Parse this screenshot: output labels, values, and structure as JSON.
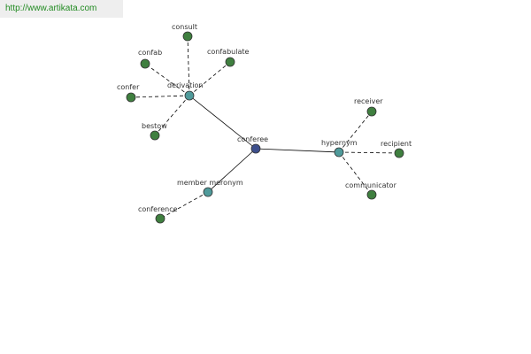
{
  "site": {
    "url": "http://www.artikata.com"
  },
  "colors": {
    "edge": "#000000",
    "root_node": "#3d4f8c",
    "relation_node": "#4f9a9a",
    "leaf_node": "#3f7f3f",
    "banner_text": "#228b22"
  },
  "graph": {
    "nodes": [
      {
        "id": "conferee",
        "label": "conferee",
        "kind": "root"
      },
      {
        "id": "derivation",
        "label": "derivation",
        "kind": "relation"
      },
      {
        "id": "hypernym",
        "label": "hypernym",
        "kind": "relation"
      },
      {
        "id": "member-meronym",
        "label": "member meronym",
        "kind": "relation"
      },
      {
        "id": "consult",
        "label": "consult",
        "kind": "leaf"
      },
      {
        "id": "confab",
        "label": "confab",
        "kind": "leaf"
      },
      {
        "id": "confabulate",
        "label": "confabulate",
        "kind": "leaf"
      },
      {
        "id": "confer",
        "label": "confer",
        "kind": "leaf"
      },
      {
        "id": "bestow",
        "label": "bestow",
        "kind": "leaf"
      },
      {
        "id": "receiver",
        "label": "receiver",
        "kind": "leaf"
      },
      {
        "id": "recipient",
        "label": "recipient",
        "kind": "leaf"
      },
      {
        "id": "communicator",
        "label": "communicator",
        "kind": "leaf"
      },
      {
        "id": "conference",
        "label": "conference",
        "kind": "leaf"
      }
    ],
    "edges": [
      {
        "from": "conferee",
        "to": "derivation",
        "style": "solid"
      },
      {
        "from": "conferee",
        "to": "hypernym",
        "style": "solid"
      },
      {
        "from": "conferee",
        "to": "member-meronym",
        "style": "solid"
      },
      {
        "from": "derivation",
        "to": "consult",
        "style": "dashed"
      },
      {
        "from": "derivation",
        "to": "confab",
        "style": "dashed"
      },
      {
        "from": "derivation",
        "to": "confabulate",
        "style": "dashed"
      },
      {
        "from": "derivation",
        "to": "confer",
        "style": "dashed"
      },
      {
        "from": "derivation",
        "to": "bestow",
        "style": "dashed"
      },
      {
        "from": "hypernym",
        "to": "receiver",
        "style": "dashed"
      },
      {
        "from": "hypernym",
        "to": "recipient",
        "style": "dashed"
      },
      {
        "from": "hypernym",
        "to": "communicator",
        "style": "dashed"
      },
      {
        "from": "member-meronym",
        "to": "conference",
        "style": "dashed"
      }
    ]
  }
}
